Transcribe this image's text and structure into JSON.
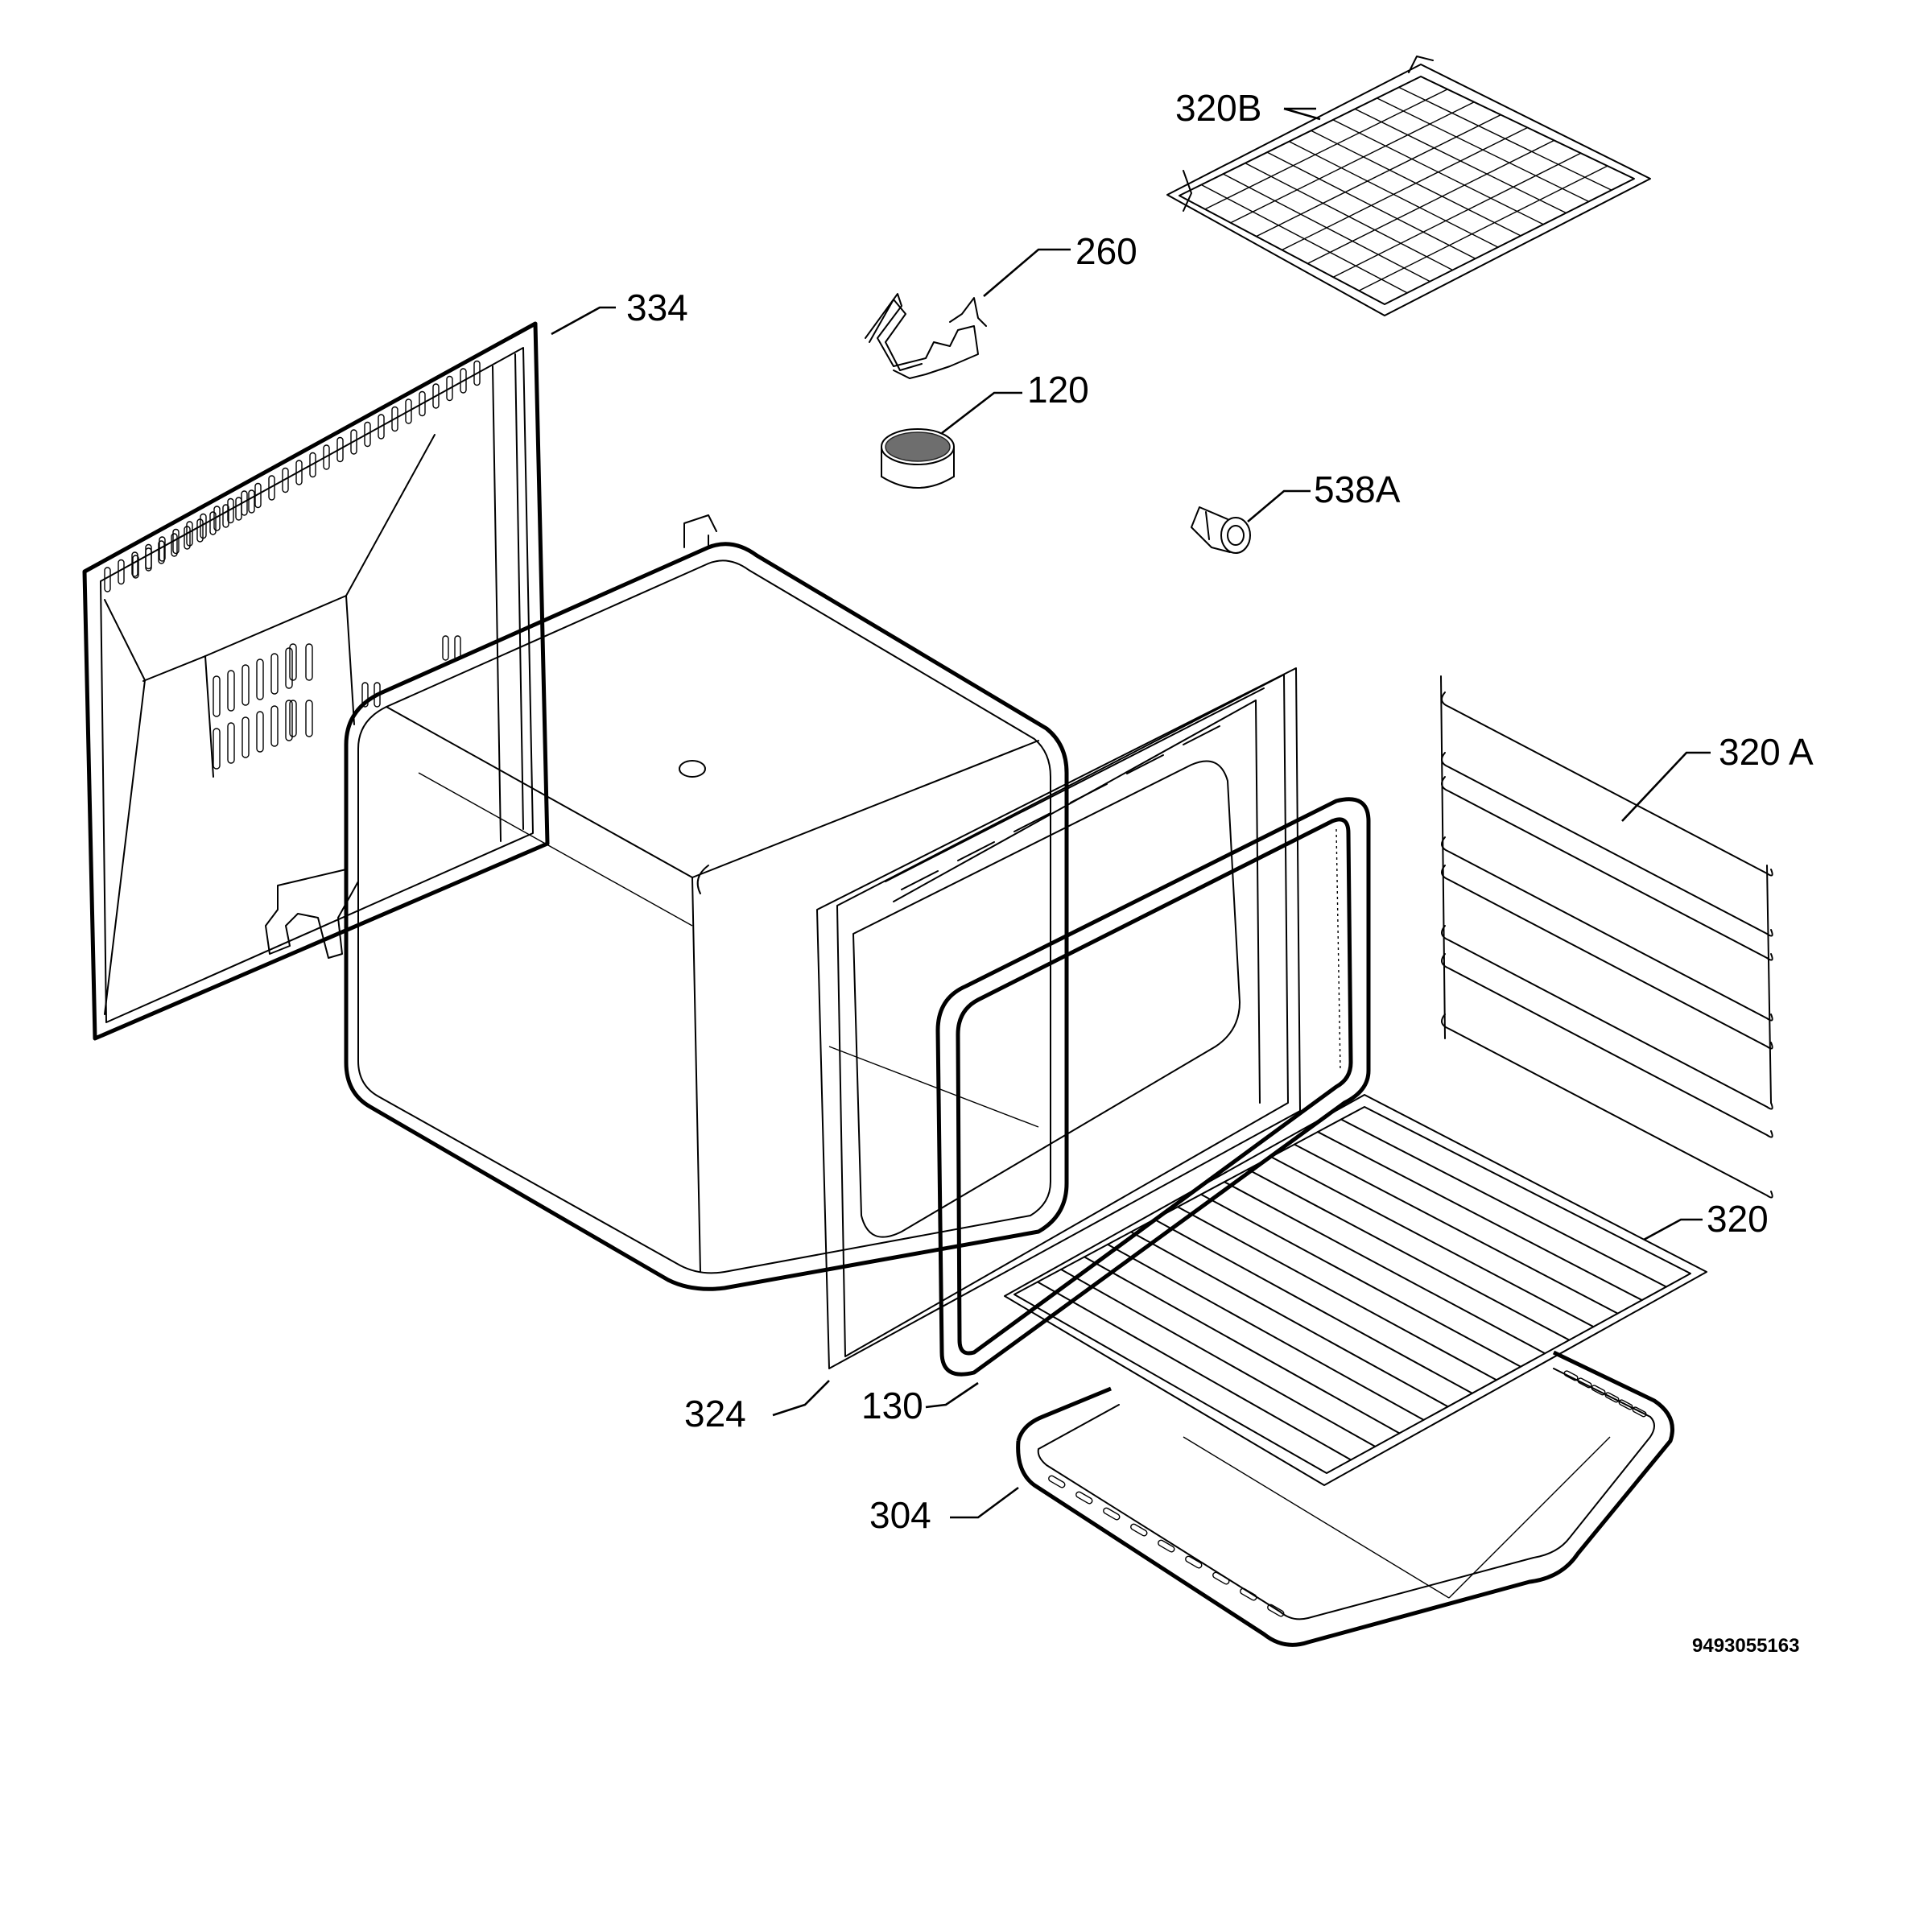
{
  "labels": {
    "p334": "334",
    "p260": "260",
    "p120": "120",
    "p320b": "320B",
    "p538a": "538A",
    "p320a": "320 A",
    "p320": "320",
    "p324": "324",
    "p130": "130",
    "p304": "304"
  },
  "doc_number": "9493055163"
}
